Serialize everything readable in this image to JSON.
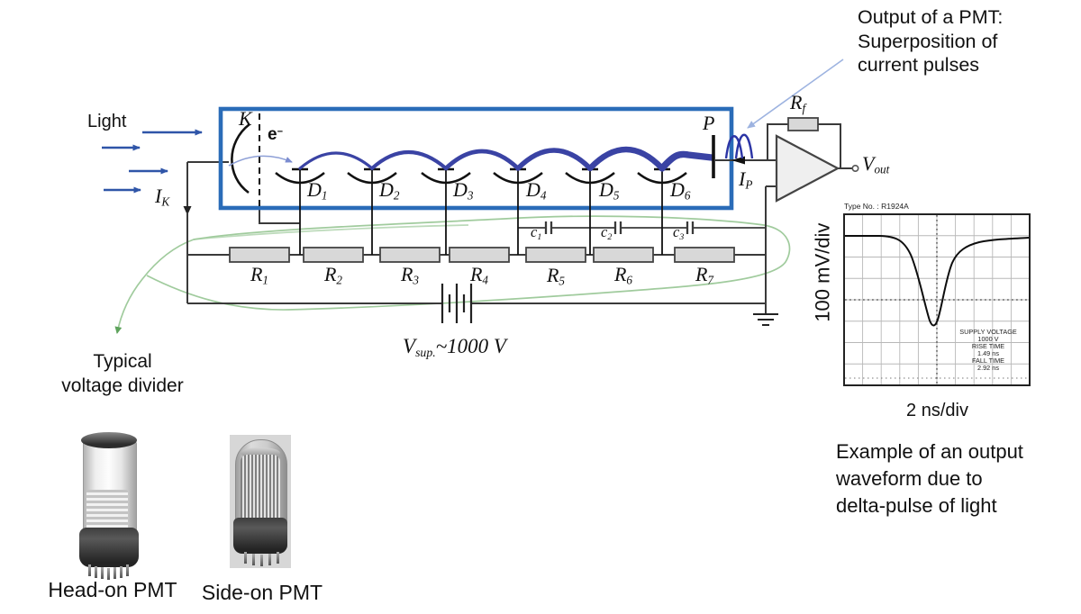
{
  "annotations": {
    "light": "Light",
    "output_pmt": [
      "Output of a PMT:",
      "Superposition of",
      "current pulses"
    ],
    "typical_divider": [
      "Typical",
      "voltage divider"
    ],
    "example_waveform": [
      "Example of an output",
      "waveform due to",
      "delta-pulse of light"
    ]
  },
  "circuit": {
    "cathode_label": "K",
    "anode_label": "P",
    "electron": {
      "base": "e",
      "sup": "−"
    },
    "ik": {
      "base": "I",
      "sub": "K"
    },
    "ip": {
      "base": "I",
      "sub": "P"
    },
    "rf": {
      "base": "R",
      "sub": "f"
    },
    "vout": {
      "base": "V",
      "sub": "out"
    },
    "vsup": {
      "base": "V",
      "sub": "sup.",
      "rest": "~1000 V"
    },
    "dynodes": [
      {
        "base": "D",
        "sub": "1"
      },
      {
        "base": "D",
        "sub": "2"
      },
      {
        "base": "D",
        "sub": "3"
      },
      {
        "base": "D",
        "sub": "4"
      },
      {
        "base": "D",
        "sub": "5"
      },
      {
        "base": "D",
        "sub": "6"
      }
    ],
    "resistors": [
      {
        "base": "R",
        "sub": "1"
      },
      {
        "base": "R",
        "sub": "2"
      },
      {
        "base": "R",
        "sub": "3"
      },
      {
        "base": "R",
        "sub": "4"
      },
      {
        "base": "R",
        "sub": "5"
      },
      {
        "base": "R",
        "sub": "6"
      },
      {
        "base": "R",
        "sub": "7"
      }
    ],
    "capacitors": [
      {
        "base": "c",
        "sub": "1"
      },
      {
        "base": "c",
        "sub": "2"
      },
      {
        "base": "c",
        "sub": "3"
      }
    ]
  },
  "scope": {
    "type_no": "Type No. : R1924A",
    "y_axis_label": "100 mV/div",
    "x_axis_label": "2 ns/div",
    "readout": [
      "SUPPLY VOLTAGE",
      "1000 V",
      "RISE TIME",
      "1.49 ns",
      "FALL TIME",
      "2.92 ns"
    ]
  },
  "photos": {
    "head_on_label": "Head-on PMT",
    "side_on_label": "Side-on PMT"
  },
  "colors": {
    "pmt_box_blue": "#2a6cb8",
    "beam_blue": "#3a43a4",
    "light_arrow_blue": "#2f55a8",
    "pointer_light_blue": "#9db3e0",
    "annotation_green": "#a0cb9d",
    "resistor_fill": "#d8d8d8",
    "wire": "#3a3a3a"
  }
}
